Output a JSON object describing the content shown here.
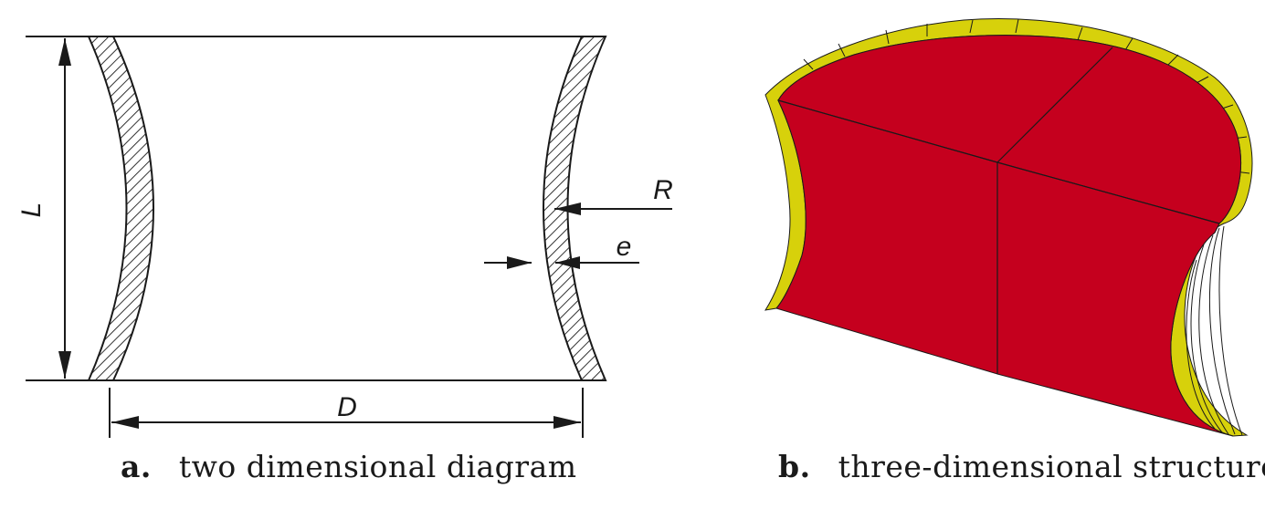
{
  "panel_a": {
    "labels": {
      "length": "L",
      "diameter": "D",
      "radius": "R",
      "thickness": "e"
    },
    "caption": {
      "tag": "a.",
      "text": "two dimensional diagram"
    }
  },
  "panel_b": {
    "caption": {
      "tag": "b.",
      "text": "three-dimensional structure"
    }
  },
  "colors": {
    "solid_face": "#c5001e",
    "shell": "#d7d10b",
    "shell_dark": "#b9b300",
    "line": "#1a1a1a"
  }
}
